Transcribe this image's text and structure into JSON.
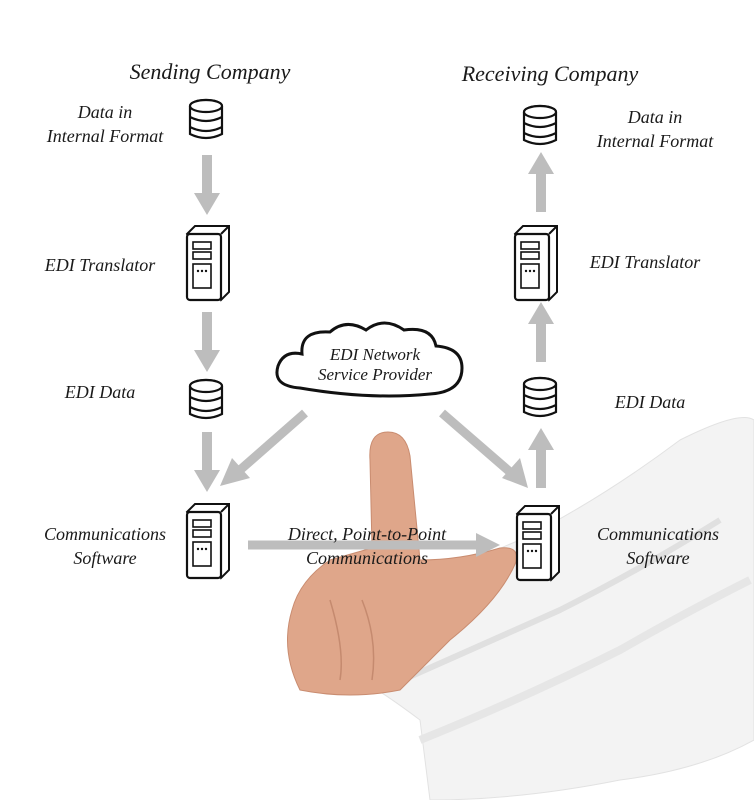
{
  "diagram": {
    "sending": {
      "title": "Sending Company",
      "data_internal": [
        "Data in",
        "Internal Format"
      ],
      "translator": "EDI Translator",
      "edi_data": "EDI Data",
      "comm_software": [
        "Communications",
        "Software"
      ]
    },
    "receiving": {
      "title": "Receiving Company",
      "data_internal": [
        "Data in",
        "Internal Format"
      ],
      "translator": "EDI Translator",
      "edi_data": "EDI Data",
      "comm_software": [
        "Communications",
        "Software"
      ]
    },
    "network": [
      "EDI Network",
      "Service Provider"
    ],
    "direct": [
      "Direct, Point-to-Point",
      "Communications"
    ],
    "icons": {
      "database": "database-icon",
      "server": "server-tower-icon",
      "cloud": "cloud-icon"
    },
    "colors": {
      "arrow": "#bdbdbd",
      "text": "#1a1a1a",
      "skin": "#e0a98e",
      "sleeve": "#f2f2f2"
    }
  }
}
